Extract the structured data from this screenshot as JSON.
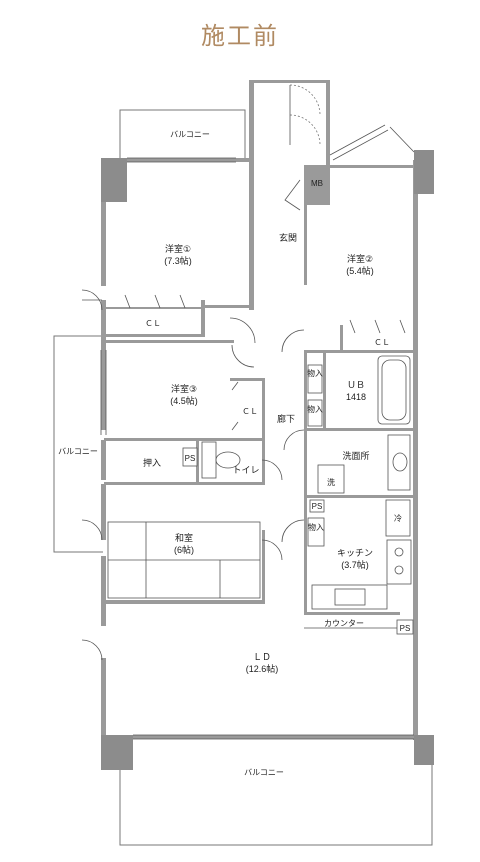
{
  "title": "施工前",
  "rooms": {
    "balcony_top": "バルコニー",
    "balcony_left": "バルコニー",
    "balcony_bottom": "バルコニー",
    "room1_name": "洋室①",
    "room1_size": "(7.3帖)",
    "room2_name": "洋室②",
    "room2_size": "(5.4帖)",
    "room3_name": "洋室③",
    "room3_size": "(4.5帖)",
    "entrance": "玄関",
    "mb": "MB",
    "cl1": "ＣＬ",
    "cl2": "ＣＬ",
    "cl3": "ＣＬ",
    "ub_name": "ＵＢ",
    "ub_size": "1418",
    "storage1": "物入",
    "storage2": "物入",
    "storage3": "物入",
    "corridor": "廊下",
    "washroom": "洗面所",
    "washer": "洗",
    "oshiire": "押入",
    "ps1": "PS",
    "ps2": "PS",
    "ps3": "PS",
    "toilet": "トイレ",
    "washitsu_name": "和室",
    "washitsu_size": "(6帖)",
    "kitchen_name": "キッチン",
    "kitchen_size": "(3.7帖)",
    "fridge": "冷",
    "counter": "カウンター",
    "ld_name": "ＬＤ",
    "ld_size": "(12.6帖)"
  }
}
